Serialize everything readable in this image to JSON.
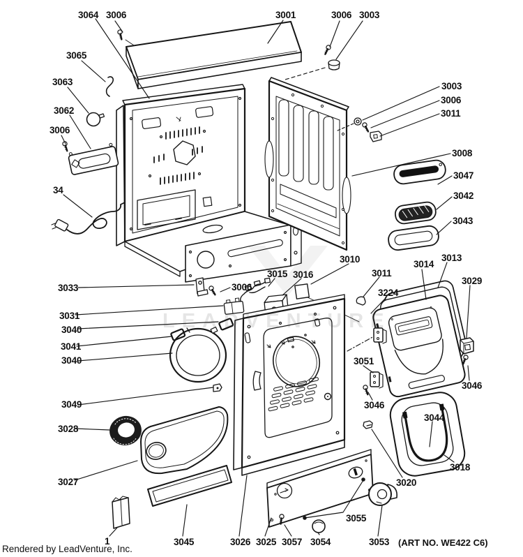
{
  "page": {
    "watermark": "LEADVENTURE",
    "footer": "Rendered by LeadVenture, Inc.",
    "art_no": "(ART NO. WE422 C6)"
  },
  "callouts": [
    "3064",
    "3006",
    "3001",
    "3006",
    "3003",
    "3065",
    "3063",
    "3062",
    "3006",
    "3003",
    "3006",
    "3011",
    "3008",
    "3047",
    "3042",
    "3043",
    "34",
    "3033",
    "3006",
    "3015",
    "3016",
    "3010",
    "3011",
    "3224",
    "3014",
    "3013",
    "3029",
    "3031",
    "3040",
    "3041",
    "3040",
    "3051",
    "3046",
    "3046",
    "3049",
    "3028",
    "3044",
    "3018",
    "3027",
    "3020",
    "3055",
    "1",
    "3045",
    "3026",
    "3025",
    "3057",
    "3054",
    "3053"
  ]
}
